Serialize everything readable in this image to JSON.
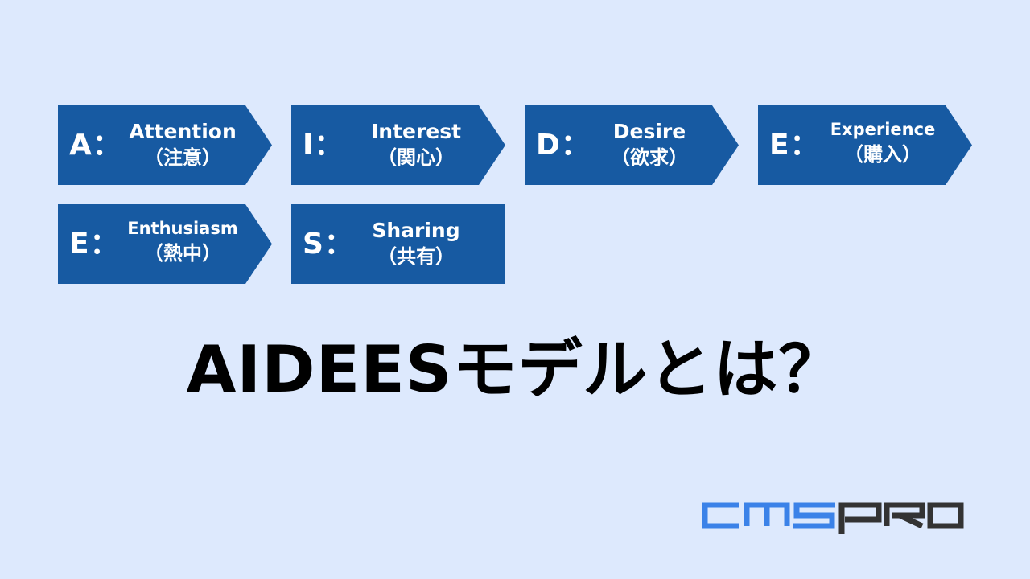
{
  "steps": [
    {
      "letter": "A：",
      "en": "Attention",
      "jp": "（注意）"
    },
    {
      "letter": "I：",
      "en": "Interest",
      "jp": "（関心）"
    },
    {
      "letter": "D：",
      "en": "Desire",
      "jp": "（欲求）"
    },
    {
      "letter": "E：",
      "en": "Experience",
      "jp": "（購入）"
    },
    {
      "letter": "E：",
      "en": "Enthusiasm",
      "jp": "（熱中）"
    },
    {
      "letter": "S：",
      "en": "Sharing",
      "jp": "（共有）"
    }
  ],
  "headline": "AIDEESモデルとは？",
  "logo": {
    "part1": "cms",
    "part2": "pro"
  },
  "colors": {
    "background": "#dde9fd",
    "step_fill": "#175aa2",
    "logo_blue": "#3b82e8",
    "logo_dark": "#333333"
  }
}
